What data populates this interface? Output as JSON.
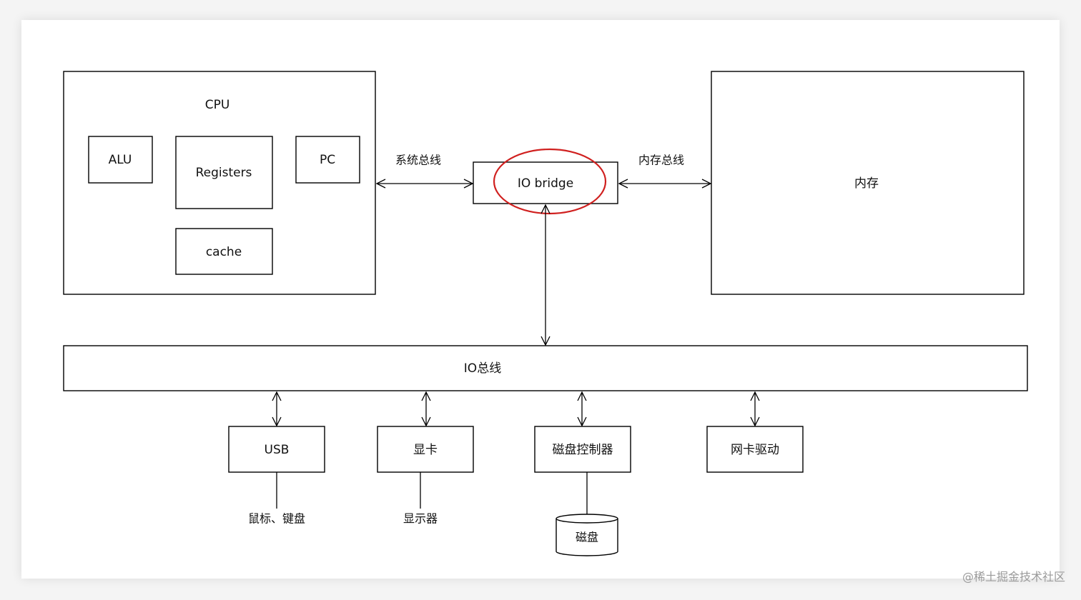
{
  "diagram": {
    "cpu": {
      "title": "CPU",
      "alu": "ALU",
      "registers": "Registers",
      "pc": "PC",
      "cache": "cache"
    },
    "io_bridge": "IO bridge",
    "system_bus_label": "系统总线",
    "memory_bus_label": "内存总线",
    "memory": "内存",
    "io_bus": "IO总线",
    "devices": {
      "usb": "USB",
      "graphics_card": "显卡",
      "disk_controller": "磁盘控制器",
      "nic_driver": "网卡驱动"
    },
    "peripherals": {
      "mouse_keyboard": "鼠标、键盘",
      "monitor": "显示器",
      "disk": "磁盘"
    },
    "highlight_color": "#d0201f"
  },
  "watermark": "@稀土掘金技术社区"
}
